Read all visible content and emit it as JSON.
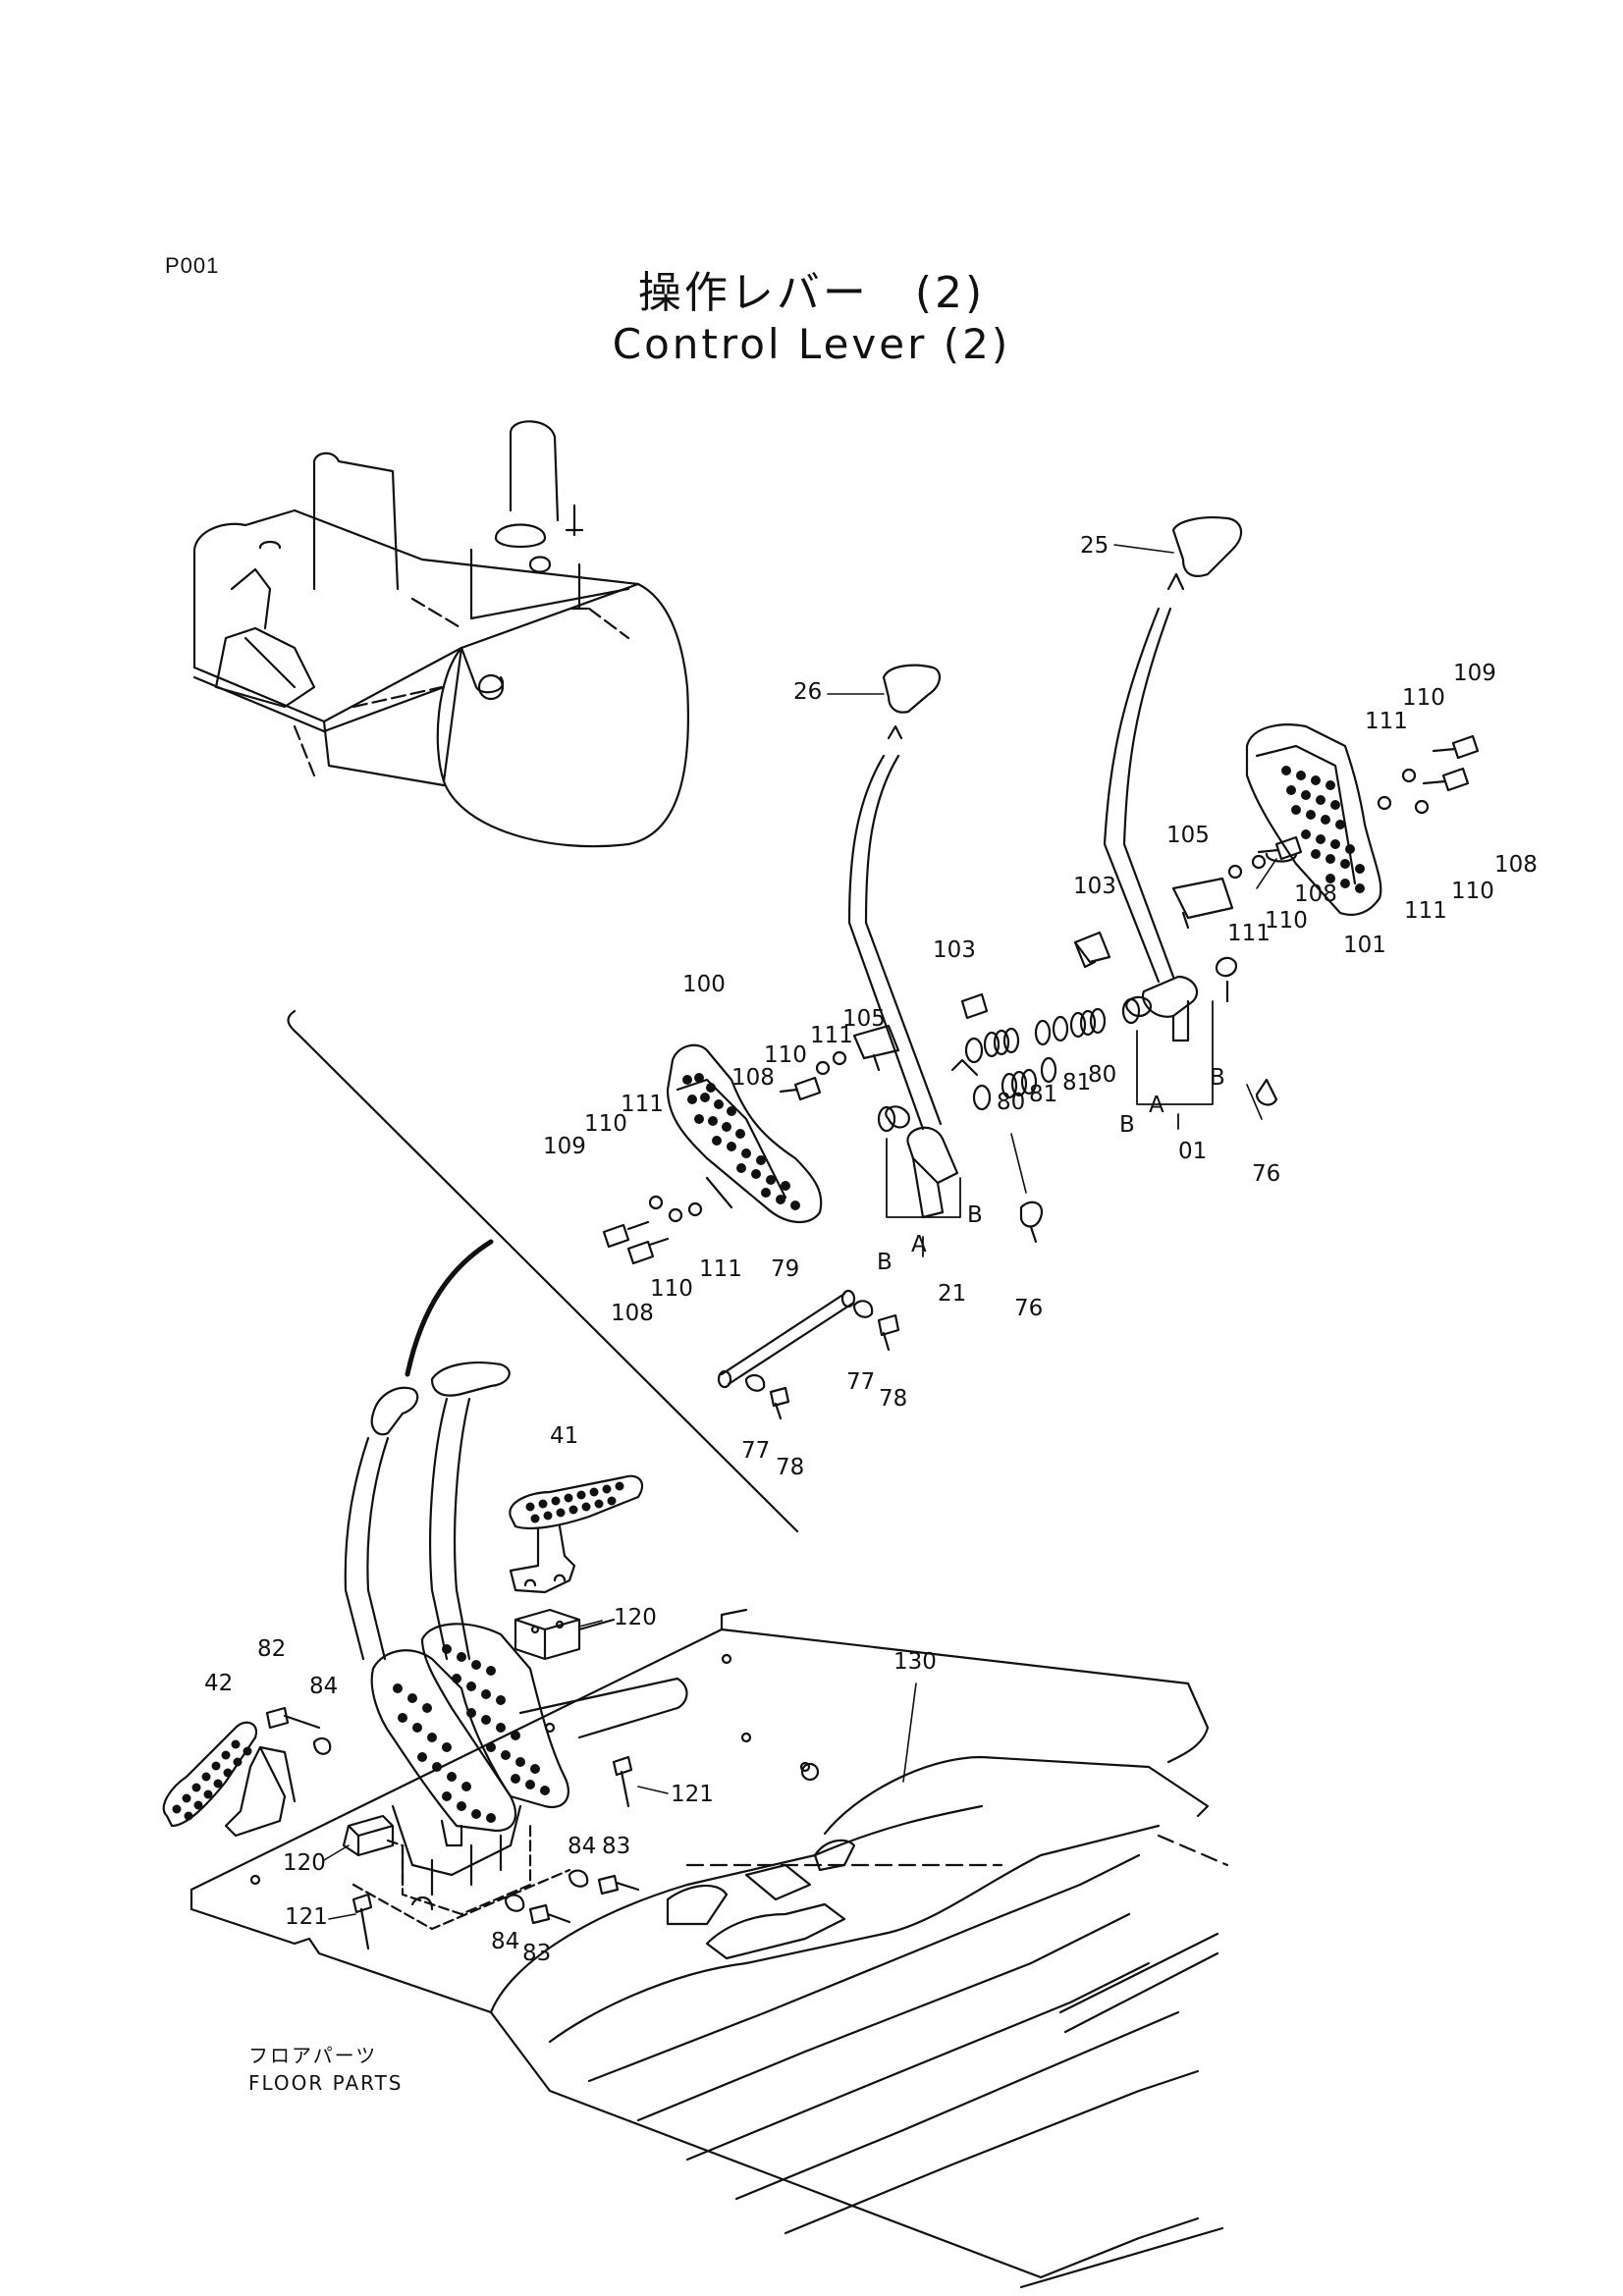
{
  "header": {
    "page_id": "P001",
    "title_ja": "操作レバー　(2)",
    "title_en": "Control Lever (2)"
  },
  "footer": {
    "floor_ja": "フロアパーツ",
    "floor_en": "FLOOR PARTS"
  },
  "callouts": {
    "c25": "25",
    "c26": "26",
    "c109r": "109",
    "c110r": "110",
    "c111r": "111",
    "c105r": "105",
    "c103r": "103",
    "c108r1": "108",
    "c110r2": "110",
    "c111r2": "111",
    "c108r2": "108",
    "c110r3": "110",
    "c111r3": "111",
    "c101": "101",
    "c103c": "103",
    "c105c": "105",
    "c111c1": "111",
    "c110c": "110",
    "c108c": "108",
    "c100": "100",
    "c111c2": "111",
    "c110l": "110",
    "c109l": "109",
    "c108l": "108",
    "c110l2": "110",
    "c111l": "111",
    "c80a": "80",
    "c81a": "81",
    "c81b": "81",
    "c80b": "80",
    "cB1": "B",
    "cA1": "A",
    "cB2": "B",
    "c01": "01",
    "c76r": "76",
    "cB3": "B",
    "cA2": "A",
    "cB4": "B",
    "c21": "21",
    "c76c": "76",
    "c79": "79",
    "c77a": "77",
    "c78a": "78",
    "c77b": "77",
    "c78b": "78",
    "c41": "41",
    "c120a": "120",
    "c130": "130",
    "c82": "82",
    "c84a": "84",
    "c42": "42",
    "c121a": "121",
    "c84b": "84",
    "c83a": "83",
    "c120b": "120",
    "c121b": "121",
    "c84c": "84",
    "c83b": "83"
  }
}
